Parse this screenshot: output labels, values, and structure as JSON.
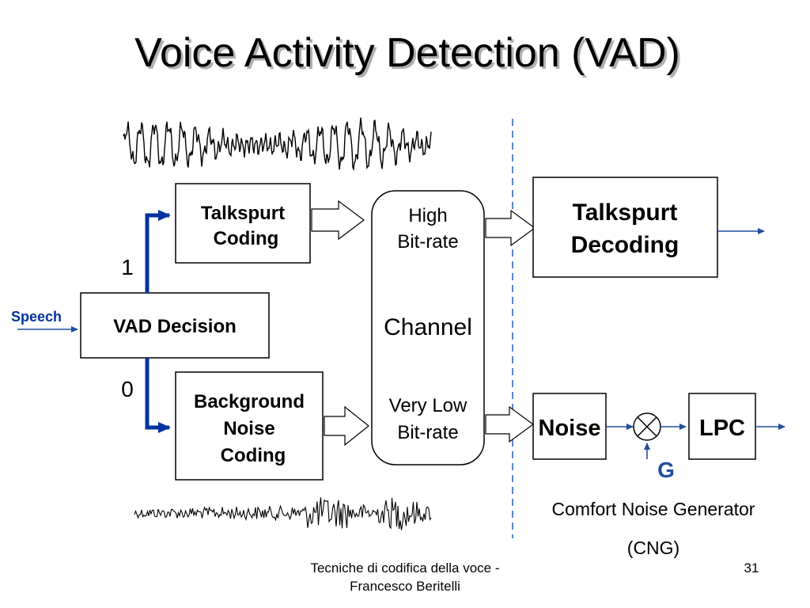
{
  "title": "Voice Activity Detection (VAD)",
  "colors": {
    "accent_blue": "#0033a0",
    "line_blue": "#1f4e9c",
    "divider_blue": "#3366cc",
    "black": "#000000"
  },
  "diagram": {
    "speech_label": "Speech",
    "vad_decision": "VAD Decision",
    "branch_one": "1",
    "branch_zero": "0",
    "talkspurt_coding": [
      "Talkspurt",
      "Coding"
    ],
    "background_noise_coding": [
      "Background",
      "Noise",
      "Coding"
    ],
    "channel": {
      "high_rate": [
        "High",
        "Bit-rate"
      ],
      "name": "Channel",
      "low_rate": [
        "Very Low",
        "Bit-rate"
      ]
    },
    "talkspurt_decoding": [
      "Talkspurt",
      "Decoding"
    ],
    "noise": "Noise",
    "lpc": "LPC",
    "gain": "G",
    "multiplier_icon": "multiplier-circle-icon",
    "cng_caption": [
      "Comfort Noise Generator",
      "(CNG)"
    ]
  },
  "footer": {
    "author_line1": "Tecniche di codifica della voce -",
    "author_line2": "Francesco Beritelli",
    "page_number": "31"
  }
}
